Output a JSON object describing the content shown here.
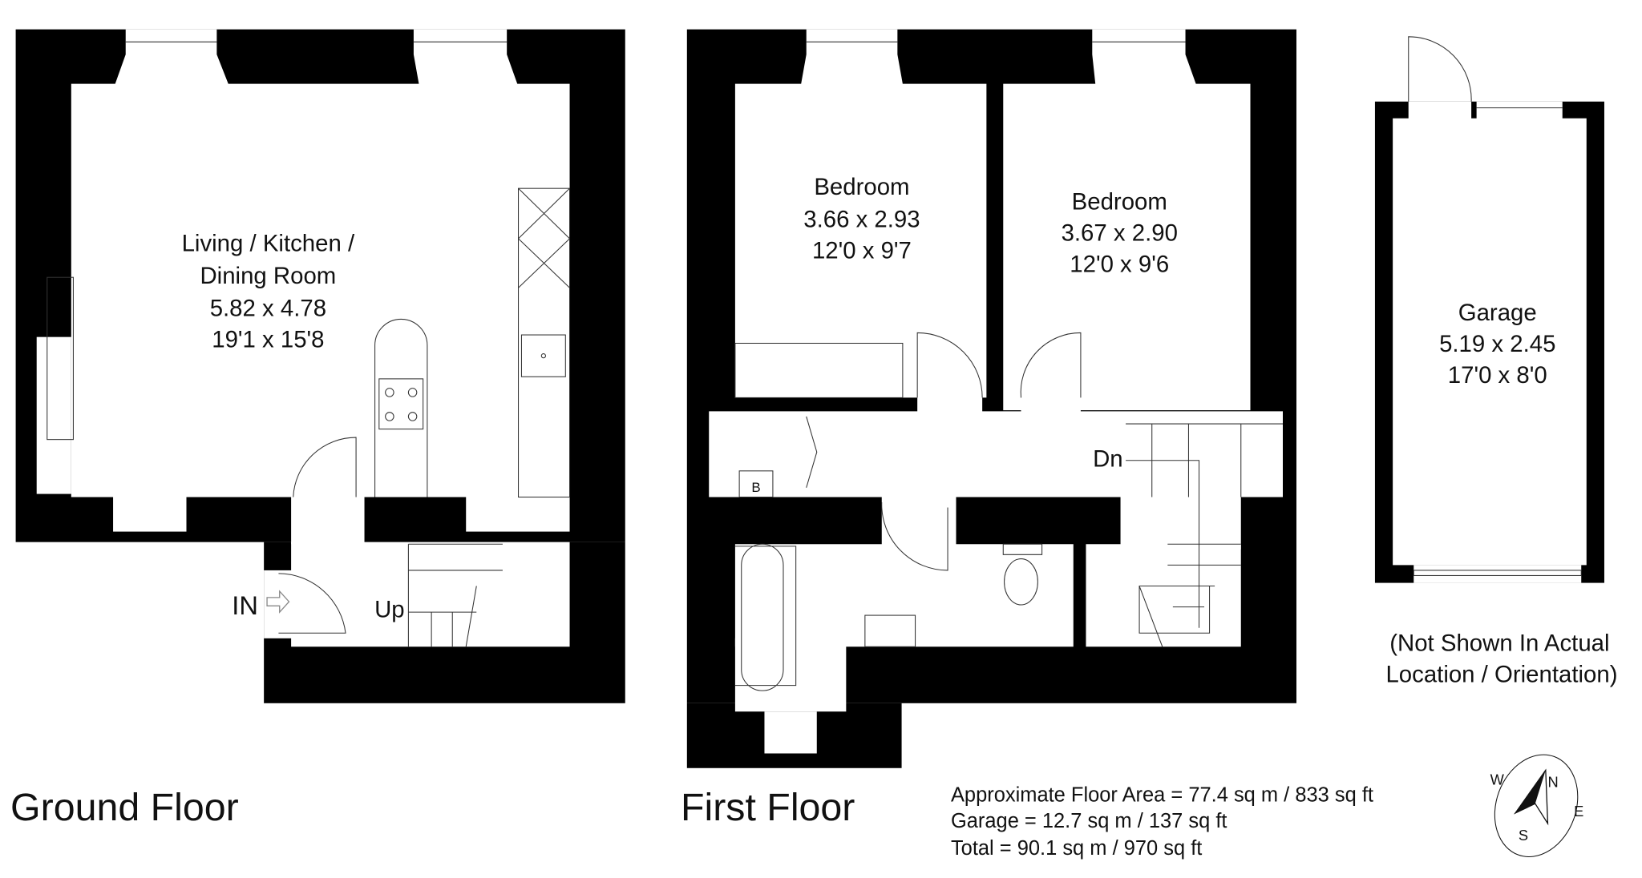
{
  "ground_floor": {
    "title": "Ground Floor",
    "room": {
      "name_line1": "Living / Kitchen /",
      "name_line2": "Dining Room",
      "metric": "5.82 x 4.78",
      "imperial": "19'1 x 15'8"
    },
    "entrance_label": "IN",
    "stairs_label": "Up"
  },
  "first_floor": {
    "title": "First Floor",
    "bedroom_1": {
      "name": "Bedroom",
      "metric": "3.66 x 2.93",
      "imperial": "12'0 x 9'7"
    },
    "bedroom_2": {
      "name": "Bedroom",
      "metric": "3.67 x 2.90",
      "imperial": "12'0 x 9'6"
    },
    "stairs_label": "Dn",
    "boiler_label": "B"
  },
  "garage": {
    "name": "Garage",
    "metric": "5.19 x 2.45",
    "imperial": "17'0 x 8'0",
    "note_line1": "(Not Shown In Actual",
    "note_line2": "Location / Orientation)"
  },
  "areas": {
    "floor_area": "Approximate Floor Area = 77.4 sq m / 833 sq ft",
    "garage_area": "Garage = 12.7 sq m / 137 sq ft",
    "total_area": "Total = 90.1 sq m / 970 sq ft"
  },
  "compass": {
    "icon": "compass-icon",
    "n": "N",
    "e": "E",
    "s": "S",
    "w": "W"
  }
}
